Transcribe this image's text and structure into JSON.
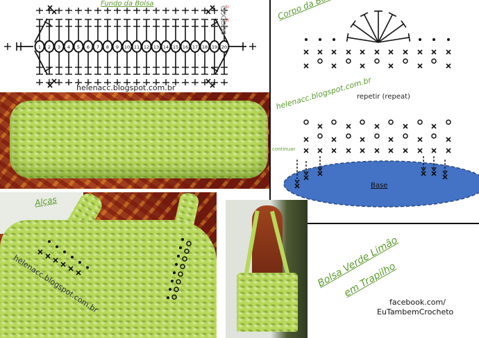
{
  "bottom_chart": {
    "title": "Fundo da Bolsa",
    "stitch_numbers": [
      "1",
      "2",
      "3",
      "4",
      "5",
      "6",
      "7",
      "8",
      "9",
      "10",
      "11",
      "12",
      "13",
      "14",
      "15",
      "16",
      "17",
      "18",
      "19",
      "20"
    ],
    "chain_labels": [
      "3r",
      "1r"
    ],
    "watermark": "helenacc.blogspot.com.br"
  },
  "body_chart": {
    "title": "Corpo da Bolsa",
    "watermark": "helenacc.blogspot.com.br",
    "repeat_label": "repetir (repeat)",
    "continue_label": "continuar",
    "base_label": "Base"
  },
  "handles_photo": {
    "title": "Alças",
    "watermark": "helenacc.blogspot.com.br"
  },
  "caption": {
    "title_line1": "Bolsa Verde Limão",
    "title_line2": "em Trapilho",
    "facebook_line1": "facebook.com/",
    "facebook_line2": "EuTambemCrocheto"
  },
  "colors": {
    "accent_green": "#5c9a2e",
    "base_blue": "#4472c4",
    "yarn": "#b7d85a"
  }
}
